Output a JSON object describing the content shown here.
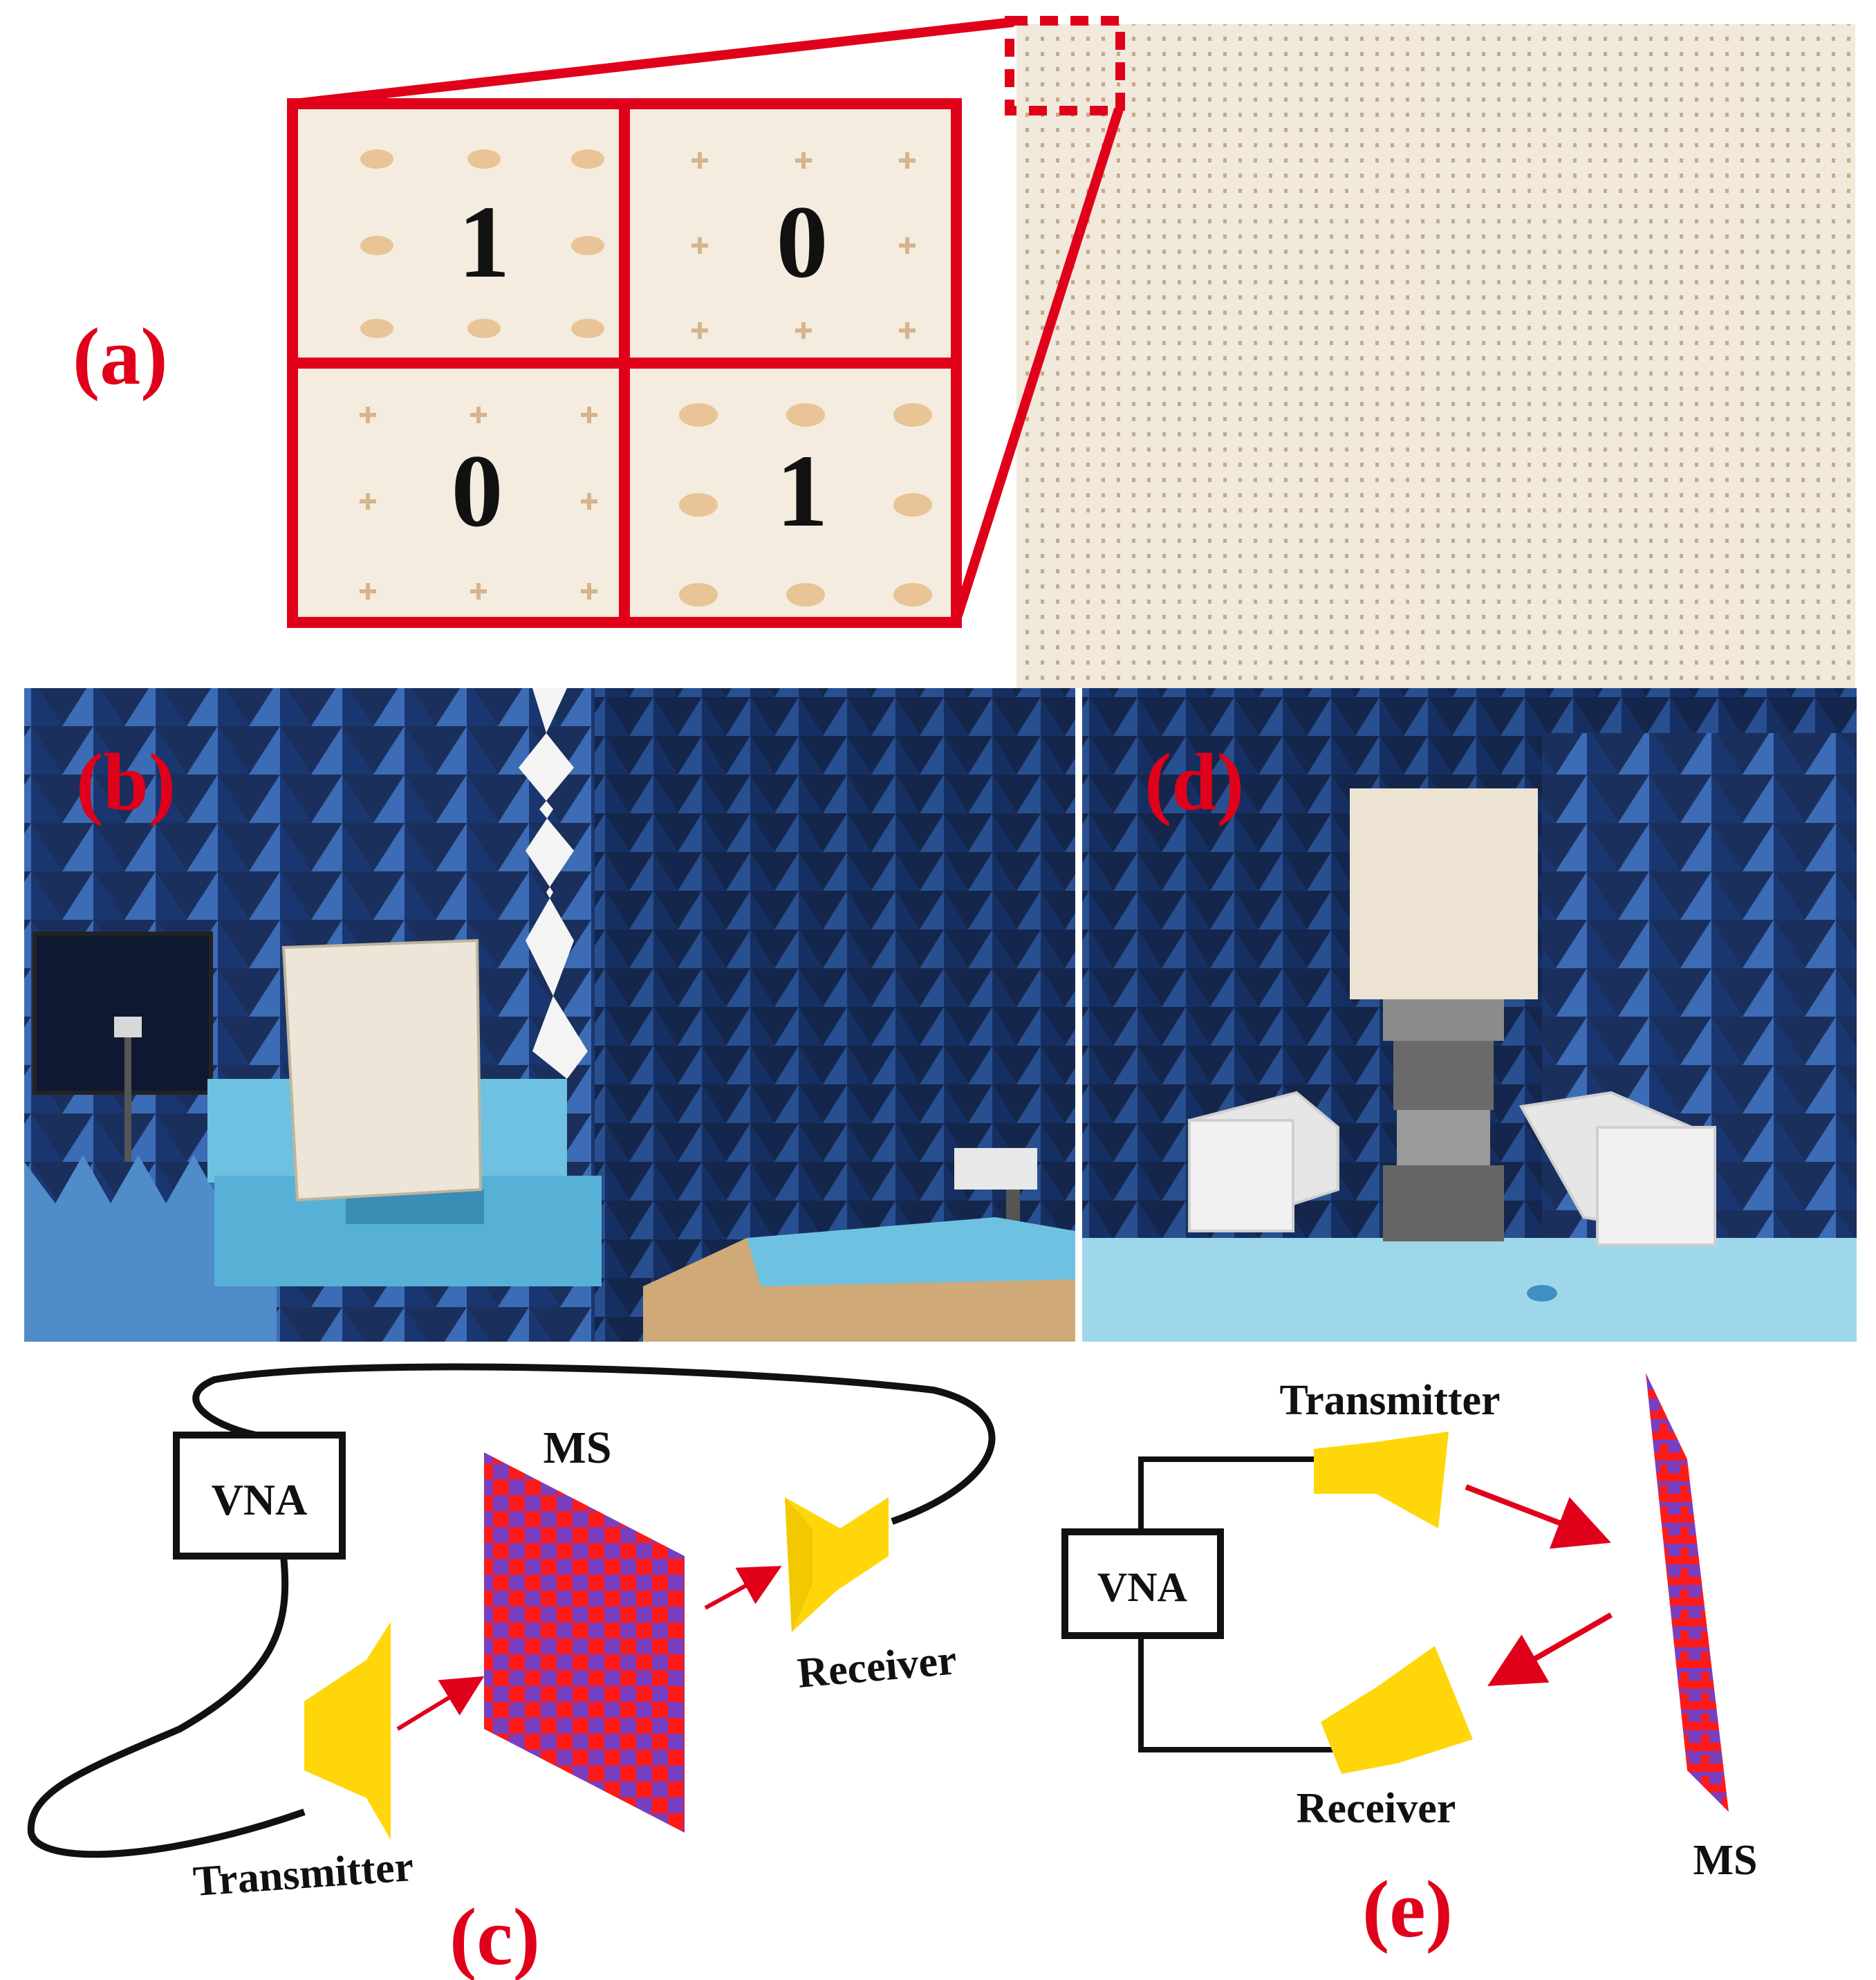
{
  "panels": {
    "a": "(a)",
    "b": "(b)",
    "c": "(c)",
    "d": "(d)",
    "e": "(e)"
  },
  "unit_cells": {
    "top_left": "1",
    "top_right": "0",
    "bottom_left": "0",
    "bottom_right": "1"
  },
  "diagram_c": {
    "vna": "VNA",
    "ms": "MS",
    "receiver": "Receiver",
    "transmitter": "Transmitter"
  },
  "diagram_e": {
    "vna": "VNA",
    "ms": "MS",
    "receiver": "Receiver",
    "transmitter": "Transmitter"
  },
  "colors": {
    "accent_red": "#e0001a",
    "horn_yellow": "#ffd60a",
    "ms_red": "#ff1a1a",
    "ms_purple": "#7a3fbf",
    "absorber_blue": "#1f3f78",
    "foam_blue": "#5fb6d8",
    "board_cream": "#efe6d6"
  },
  "icons": [
    "horn-antenna-icon",
    "vna-box-icon",
    "arrow-icon"
  ]
}
